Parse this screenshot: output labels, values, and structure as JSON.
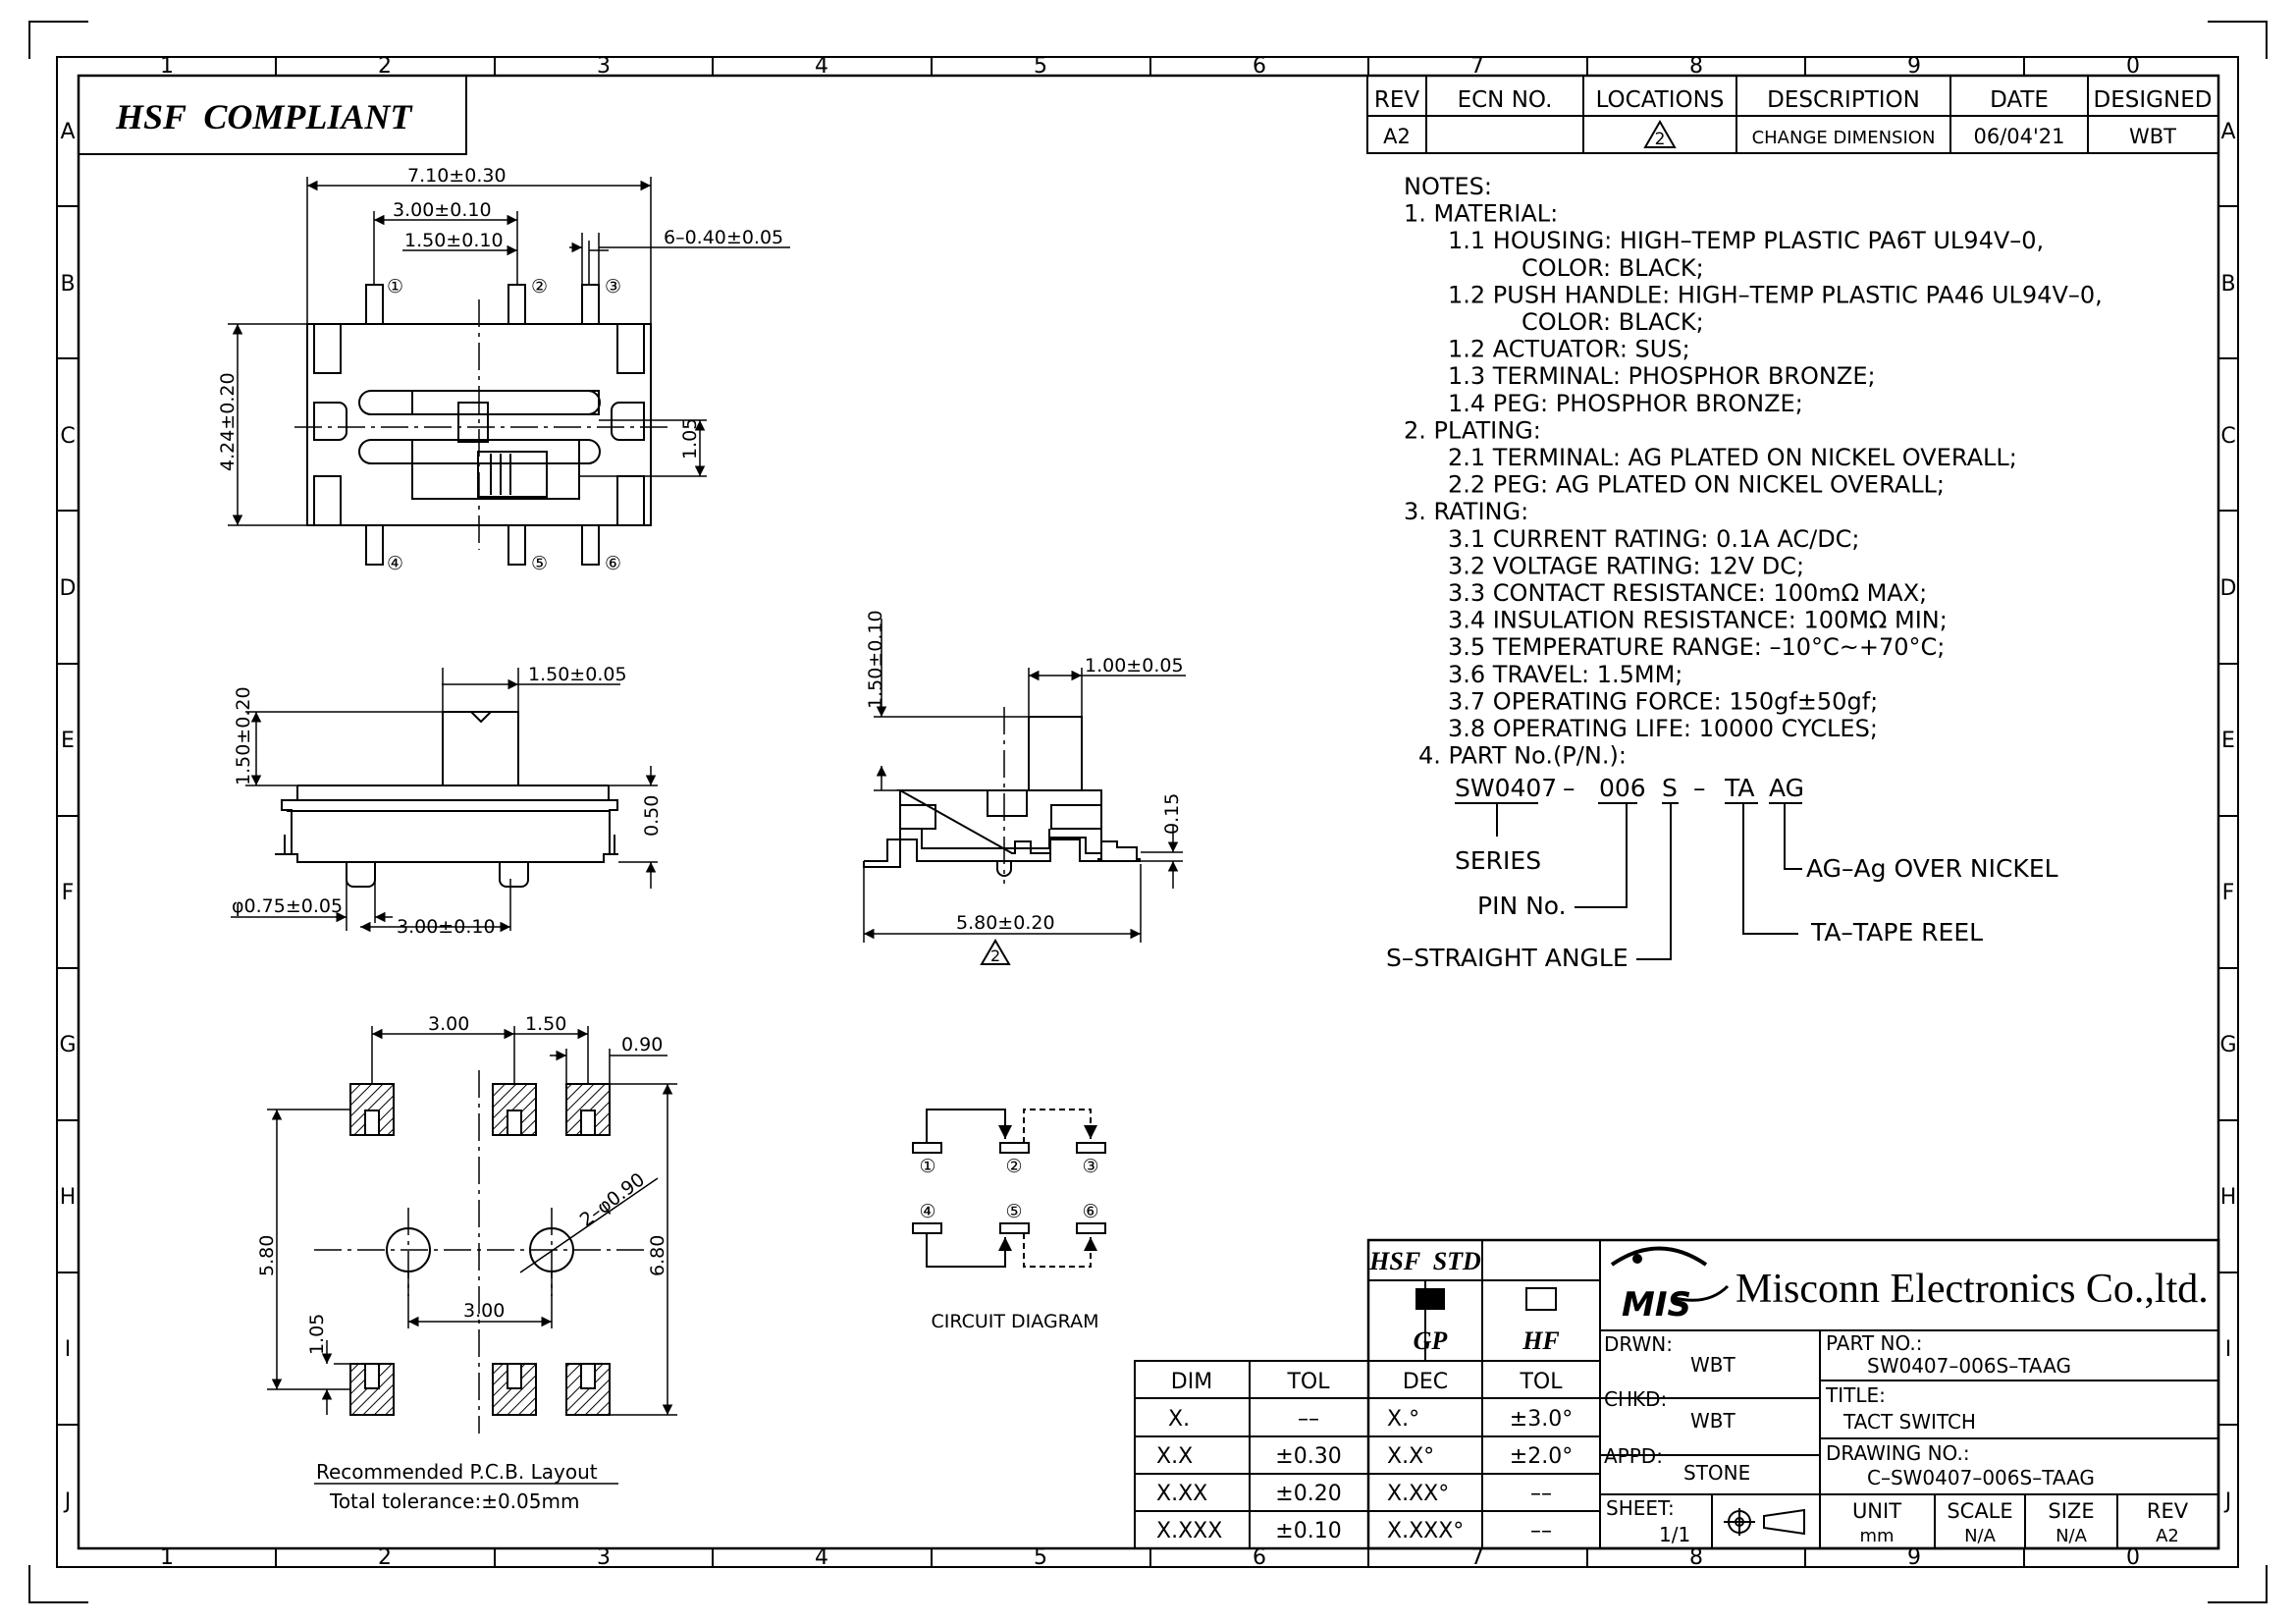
{
  "frame": {
    "col_labels": [
      "1",
      "2",
      "3",
      "4",
      "5",
      "6",
      "7",
      "8",
      "9",
      "0"
    ],
    "row_labels": [
      "A",
      "B",
      "C",
      "D",
      "E",
      "F",
      "G",
      "H",
      "I",
      "J"
    ]
  },
  "hsf_compliant": "HSF  COMPLIANT",
  "revision": {
    "headers": [
      "REV",
      "ECN NO.",
      "LOCATIONS",
      "DESCRIPTION",
      "DATE",
      "DESIGNED"
    ],
    "row": {
      "rev": "A2",
      "ecn": "",
      "location": "2",
      "description": "CHANGE DIMENSION",
      "date": "06/04'21",
      "designed": "WBT"
    }
  },
  "notes": {
    "lines": [
      "NOTES:",
      "1.   MATERIAL:",
      "1.1 HOUSING:  HIGH–TEMP PLASTIC PA6T UL94V–0,",
      "COLOR:  BLACK;",
      "1.2 PUSH HANDLE:  HIGH–TEMP PLASTIC PA46 UL94V–0,",
      "COLOR:  BLACK;",
      "1.2 ACTUATOR:  SUS;",
      "1.3 TERMINAL:  PHOSPHOR BRONZE;",
      "1.4 PEG:  PHOSPHOR BRONZE;",
      "2.  PLATING:",
      "2.1 TERMINAL:  AG PLATED ON NICKEL OVERALL;",
      "2.2 PEG:  AG PLATED ON NICKEL OVERALL;",
      "3.  RATING:",
      "3.1 CURRENT RATING:  0.1A AC/DC;",
      "3.2 VOLTAGE RATING:  12V DC;",
      "3.3 CONTACT RESISTANCE:  100mΩ MAX;",
      "3.4 INSULATION RESISTANCE:  100MΩ MIN;",
      "3.5 TEMPERATURE RANGE:  –10°C~+70°C;",
      "3.6 TRAVEL:  1.5MM;",
      "3.7 OPERATING FORCE:  150gf±50gf;",
      "3.8 OPERATING LIFE:  10000 CYCLES;",
      "4.  PART No.(P/N.):"
    ]
  },
  "part_number": {
    "segments": [
      "SW0407",
      "–",
      "006",
      "S",
      "–",
      "TA",
      "AG"
    ],
    "series": "SERIES",
    "pin": "PIN No.",
    "straight": "S–STRAIGHT ANGLE",
    "ag": "AG–Ag OVER NICKEL",
    "ta": "TA–TAPE REEL"
  },
  "top_view": {
    "d_7_10": "7.10±0.30",
    "d_3_00": "3.00±0.10",
    "d_1_50": "1.50±0.10",
    "d_pins": "6–0.40±0.05",
    "d_4_24": "4.24±0.20",
    "d_1_05": "1.05",
    "pins": [
      "①",
      "②",
      "③",
      "④",
      "⑤",
      "⑥"
    ]
  },
  "front_view": {
    "d_1_50w": "1.50±0.05",
    "d_1_50h": "1.50±0.20",
    "d_0_50": "0.50",
    "d_phi": "φ0.75±0.05",
    "d_3_00": "3.00±0.10"
  },
  "side_view": {
    "d_1_50h": "1.50±0.10",
    "d_1_00": "1.00±0.05",
    "d_0_15": "0.15",
    "d_5_80": "5.80±0.20",
    "rev_mark": "2"
  },
  "pcb": {
    "d_3_00": "3.00",
    "d_1_50": "1.50",
    "d_0_90": "0.90",
    "d_holes": "2–φ0.90",
    "d_5_80": "5.80",
    "d_6_80": "6.80",
    "d_3_00b": "3.00",
    "d_1_05": "1.05",
    "title": "Recommended P.C.B. Layout",
    "tolerance": "Total tolerance:±0.05mm"
  },
  "circuit": {
    "label": "CIRCUIT DIAGRAM",
    "pins": [
      "①",
      "②",
      "③",
      "④",
      "⑤",
      "⑥"
    ]
  },
  "tolerance_table": {
    "headers": [
      "DIM",
      "TOL"
    ],
    "rows": [
      [
        "X.",
        "––"
      ],
      [
        "X.X",
        "±0.30"
      ],
      [
        "X.XX",
        "±0.20"
      ],
      [
        "X.XXX",
        "±0.10"
      ]
    ]
  },
  "angle_table": {
    "headers": [
      "DEC",
      "TOL"
    ],
    "rows": [
      [
        "X.°",
        "±3.0°"
      ],
      [
        "X.X°",
        "±2.0°"
      ],
      [
        "X.XX°",
        "––"
      ],
      [
        "X.XXX°",
        "––"
      ]
    ]
  },
  "hsf_std": {
    "title": "HSF  STD",
    "gp": "GP",
    "hf": "HF"
  },
  "company": {
    "logo": "MIS",
    "name": "Misconn Electronics Co.,ltd.",
    "logo_color": "#000000"
  },
  "title_block": {
    "drwn_label": "DRWN:",
    "drwn": "WBT",
    "chkd_label": "CHKD:",
    "chkd": "WBT",
    "appd_label": "APPD:",
    "appd": "STONE",
    "sheet_label": "SHEET:",
    "sheet": "1/1",
    "part_label": "PART  NO.:",
    "part": "SW0407–006S–TAAG",
    "title_label": "TITLE:",
    "title": "TACT  SWITCH",
    "drawing_label": "DRAWING  NO.:",
    "drawing": "C–SW0407–006S–TAAG",
    "unit_label": "UNIT",
    "unit": "mm",
    "scale_label": "SCALE",
    "scale": "N/A",
    "size_label": "SIZE",
    "size": "N/A",
    "rev_label": "REV",
    "rev": "A2"
  }
}
